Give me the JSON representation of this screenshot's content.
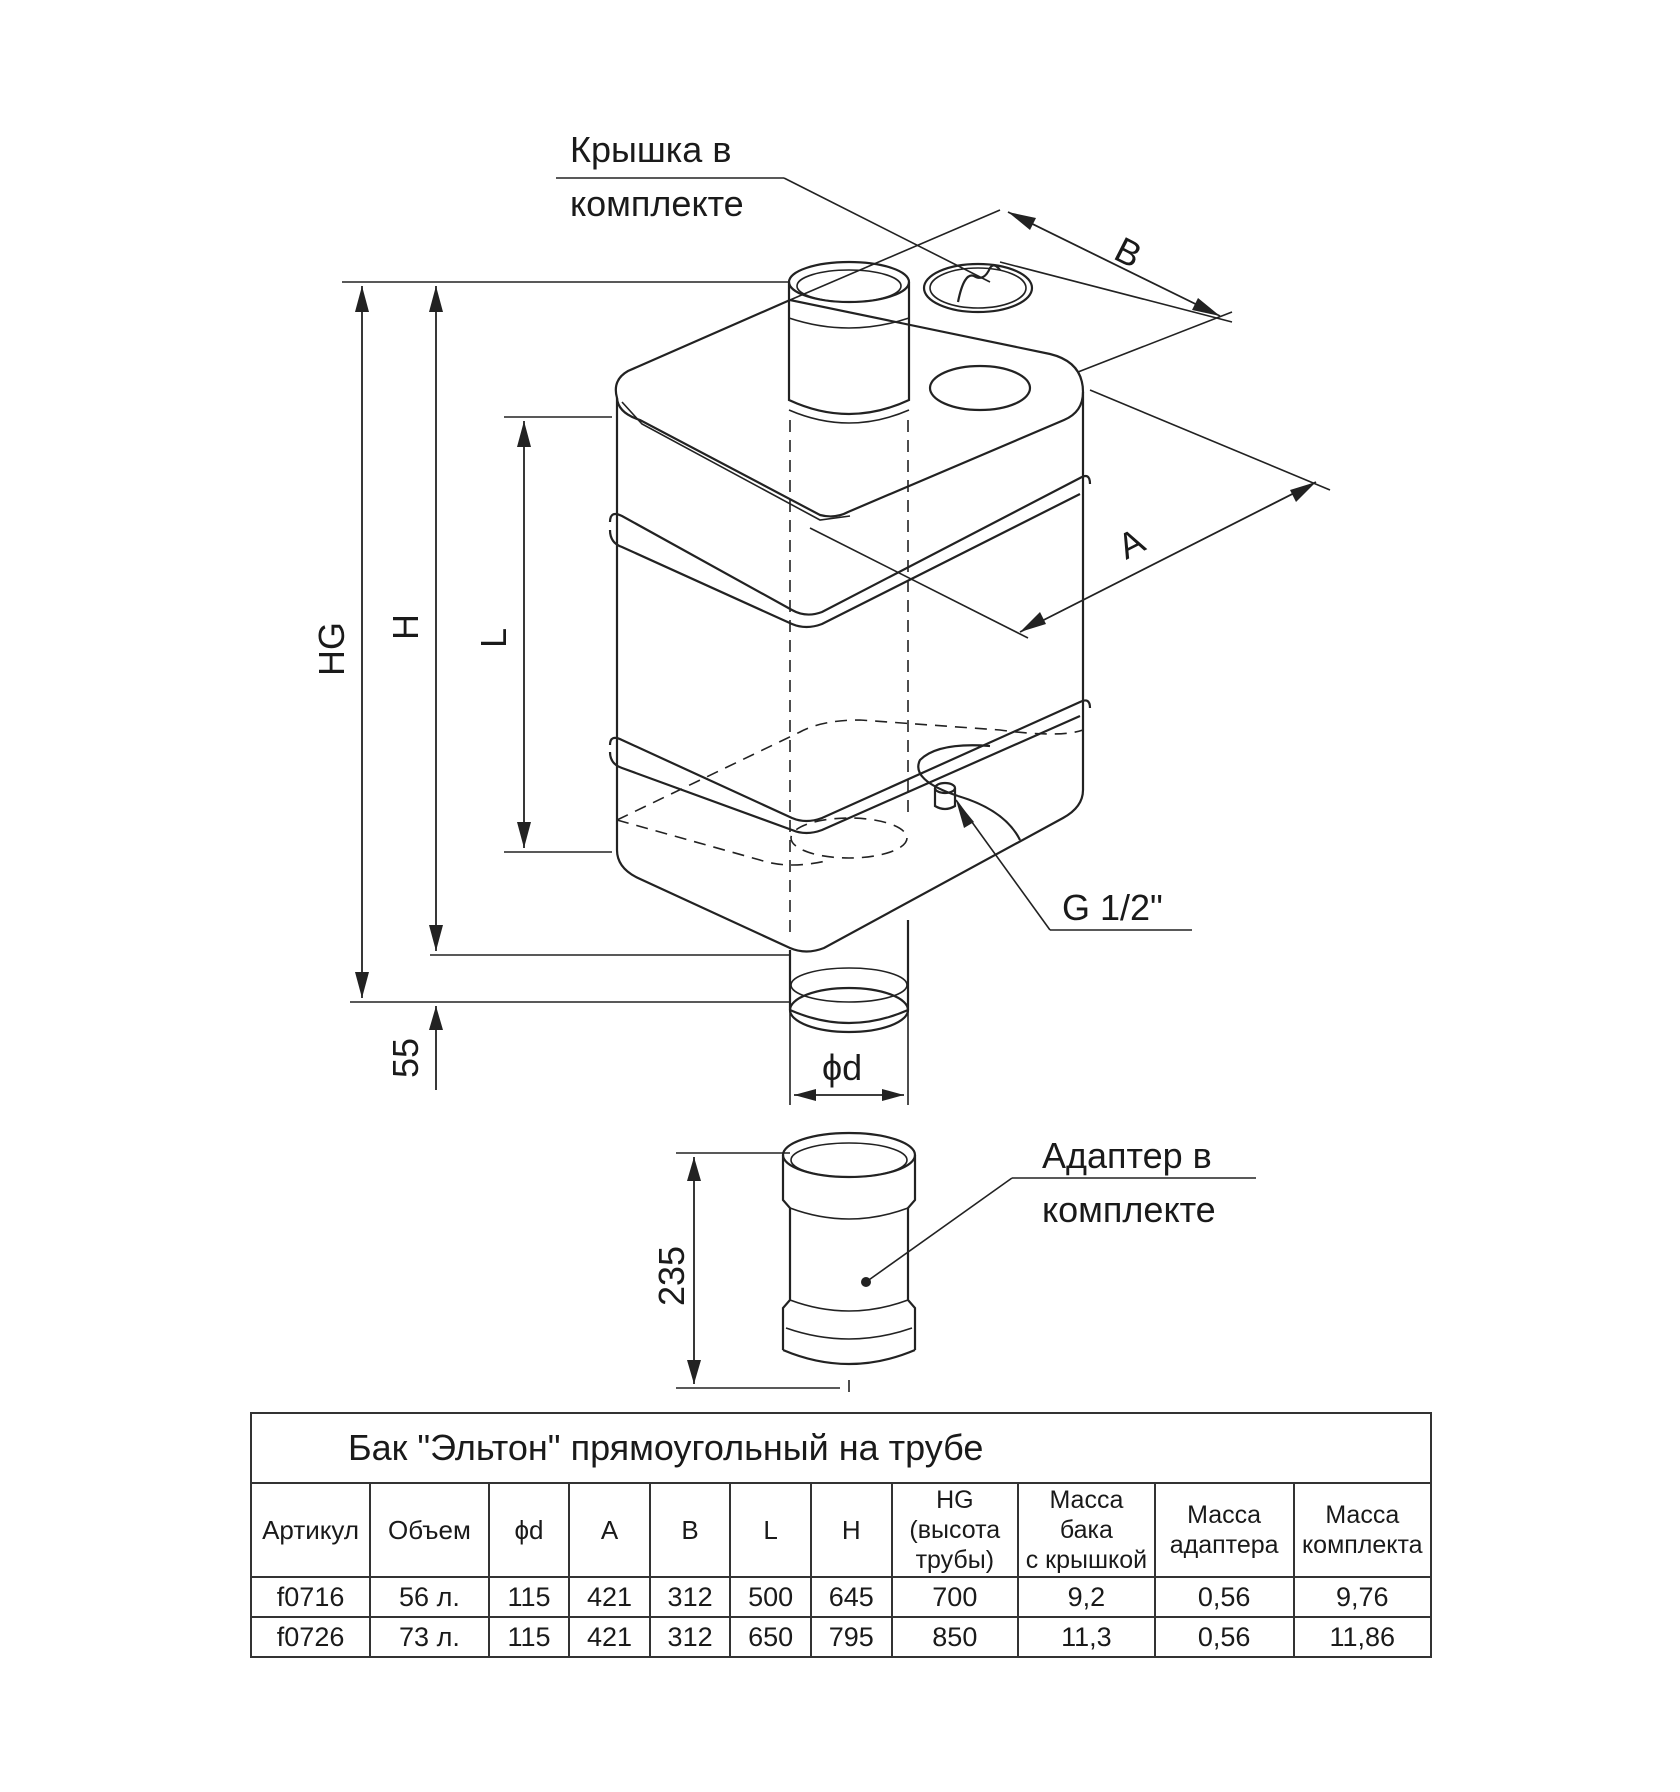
{
  "labels": {
    "lid_note_line1": "Крышка в",
    "lid_note_line2": "комплекте",
    "adapter_note_line1": "Адаптер в",
    "adapter_note_line2": "комплекте",
    "fitting": "G 1/2\"",
    "dim_B": "B",
    "dim_A": "A",
    "dim_HG": "HG",
    "dim_H": "H",
    "dim_L": "L",
    "dim_55": "55",
    "dim_d": "ϕd",
    "dim_235": "235"
  },
  "table": {
    "title": "Бак \"Эльтон\" прямоугольный на трубе",
    "headers": [
      [
        "Артикул"
      ],
      [
        "Объем"
      ],
      [
        "ϕd"
      ],
      [
        "A"
      ],
      [
        "B"
      ],
      [
        "L"
      ],
      [
        "H"
      ],
      [
        "HG",
        "(высота",
        "трубы)"
      ],
      [
        "Масса",
        "бака",
        "с крышкой"
      ],
      [
        "Масса",
        "адаптера"
      ],
      [
        "Масса",
        "комплекта"
      ]
    ],
    "rows": [
      [
        "f0716",
        "56 л.",
        "115",
        "421",
        "312",
        "500",
        "645",
        "700",
        "9,2",
        "0,56",
        "9,76"
      ],
      [
        "f0726",
        "73 л.",
        "115",
        "421",
        "312",
        "650",
        "795",
        "850",
        "11,3",
        "0,56",
        "11,86"
      ]
    ]
  }
}
